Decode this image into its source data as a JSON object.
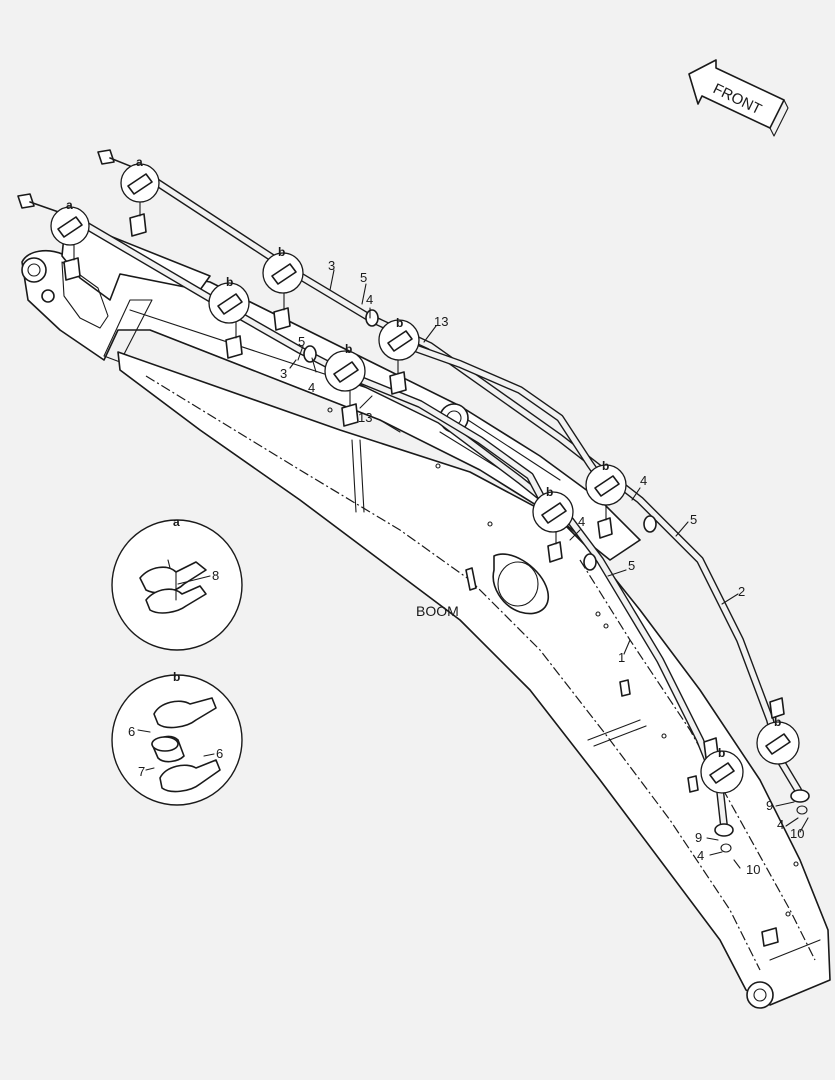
{
  "direction": {
    "text": "FRONT",
    "icon": "front-arrow-icon"
  },
  "component": {
    "boom": "BOOM"
  },
  "detail_views": [
    {
      "key": "a",
      "parts": [
        "8"
      ]
    },
    {
      "key": "b",
      "parts": [
        "6",
        "7",
        "6"
      ]
    }
  ],
  "callouts": {
    "c1": "1",
    "c2": "2",
    "c3a": "3",
    "c3b": "3",
    "c4a": "4",
    "c4b": "4",
    "c4c": "4",
    "c4d": "4",
    "c4e": "4",
    "c4f": "4",
    "c5a": "5",
    "c5b": "5",
    "c5c": "5",
    "c5d": "5",
    "c9a": "9",
    "c9b": "9",
    "c10a": "10",
    "c10b": "10",
    "c13a": "13",
    "c13b": "13"
  },
  "markers": {
    "a1": "a",
    "a2": "a",
    "b1": "b",
    "b2": "b",
    "b3": "b",
    "b4": "b",
    "b5": "b",
    "b6": "b",
    "b7": "b",
    "b8": "b"
  },
  "colors": {
    "line": "#1a1a1a",
    "background": "#f2f2f2",
    "paper": "#ffffff"
  }
}
